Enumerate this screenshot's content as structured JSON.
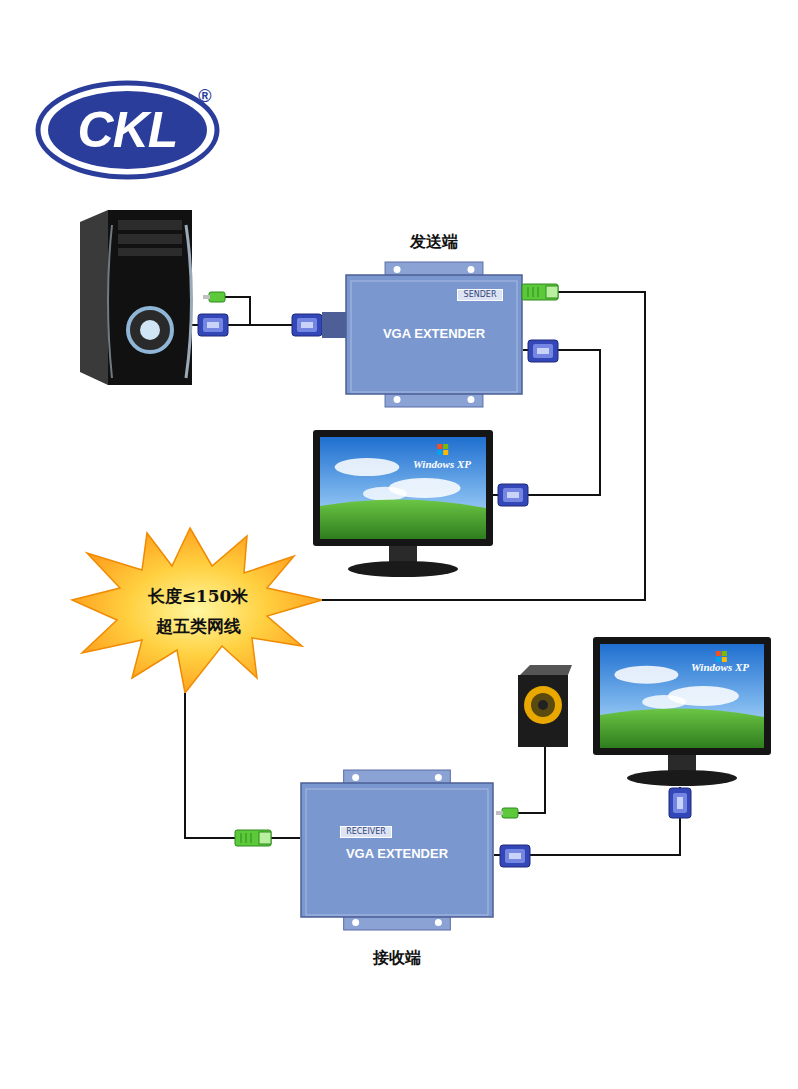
{
  "diagram": {
    "nodes": [
      {
        "text": [
          "CKL",
          "®"
        ]
      },
      {
        "text": [
          "发送端",
          "SENDER",
          "VGA EXTENDER"
        ]
      },
      {
        "text": [
          "Windows XP"
        ]
      },
      {
        "text": [
          "长度≤150米 超五类网线"
        ]
      },
      {
        "text": [
          "Windows XP"
        ]
      },
      {
        "text": [
          "RECEIVER",
          "VGA EXTENDER",
          "接收端"
        ]
      }
    ],
    "edges": [
      {
        "from": 1,
        "to": 2,
        "arrow": "none"
      },
      {
        "from": 1,
        "to": 3,
        "arrow": "none"
      },
      {
        "from": 3,
        "to": 5,
        "arrow": "none"
      },
      {
        "from": 5,
        "to": 4,
        "arrow": "none"
      }
    ]
  }
}
